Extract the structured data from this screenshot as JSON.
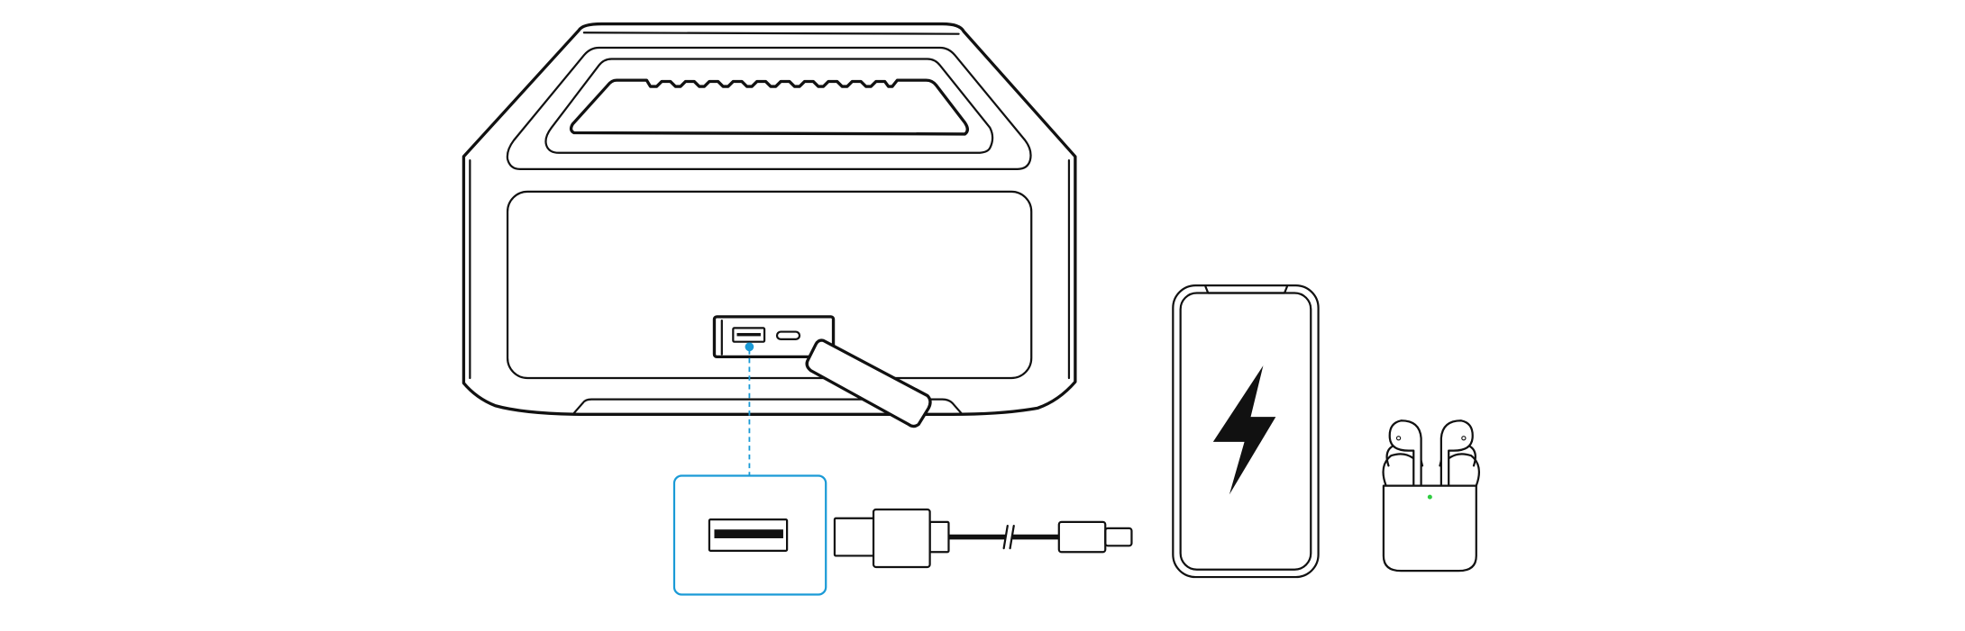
{
  "diagram": {
    "subject": "speaker-usb-charging-illustration",
    "icons": [
      "speaker",
      "usb-a-port",
      "usb-c-port",
      "usb-cable",
      "smartphone",
      "lightning-bolt-icon",
      "earbuds-case"
    ],
    "colors": {
      "line": "#111111",
      "highlight": "#1a9ad6",
      "status_led": "#2ecc40",
      "background": "#ffffff"
    }
  }
}
